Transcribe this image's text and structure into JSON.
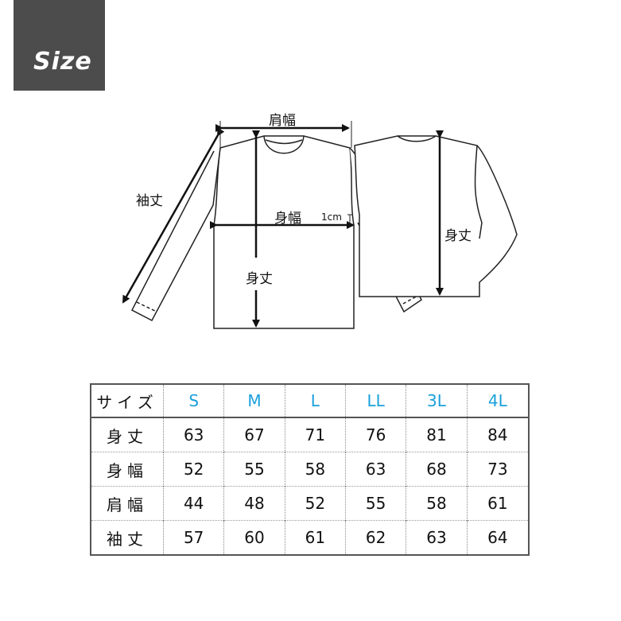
{
  "badge": {
    "label": "Size",
    "bg_color": "#4c4c4c"
  },
  "diagram": {
    "front_labels": {
      "shoulder_width": "肩幅",
      "sleeve_length": "袖丈",
      "body_width": "身幅",
      "body_width_offset": "1cm",
      "body_length": "身丈"
    },
    "back_labels": {
      "body_length": "身丈"
    }
  },
  "table": {
    "header_label": "サイズ",
    "accent_color": "#1aa0dc",
    "sizes": [
      "S",
      "M",
      "L",
      "LL",
      "3L",
      "4L"
    ],
    "rows": [
      {
        "label": "身丈",
        "values": [
          "63",
          "67",
          "71",
          "76",
          "81",
          "84"
        ]
      },
      {
        "label": "身幅",
        "values": [
          "52",
          "55",
          "58",
          "63",
          "68",
          "73"
        ]
      },
      {
        "label": "肩幅",
        "values": [
          "44",
          "48",
          "52",
          "55",
          "58",
          "61"
        ]
      },
      {
        "label": "袖丈",
        "values": [
          "57",
          "60",
          "61",
          "62",
          "63",
          "64"
        ]
      }
    ]
  }
}
